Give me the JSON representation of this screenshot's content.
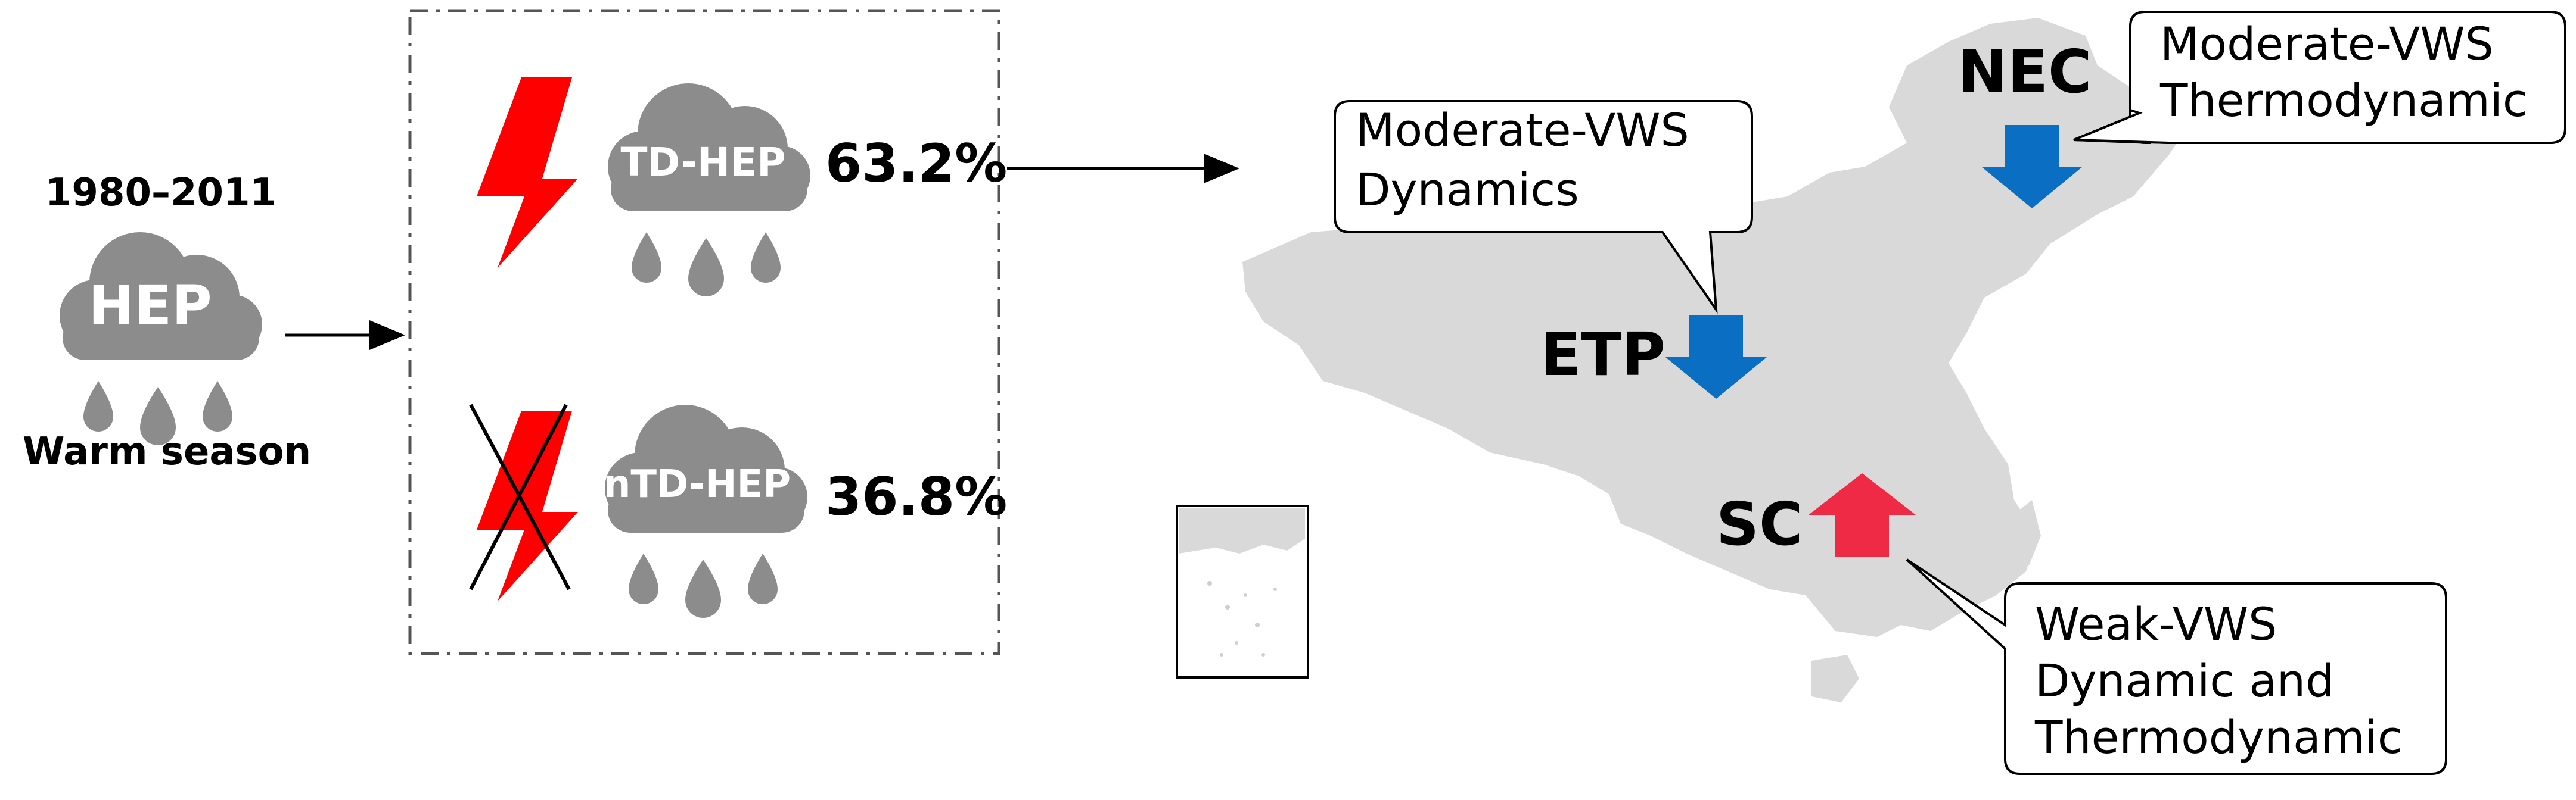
{
  "left": {
    "period": "1980–2011",
    "cloud_label": "HEP",
    "season": "Warm season"
  },
  "box": {
    "td": {
      "cloud_label": "TD-HEP",
      "percent": "63.2%"
    },
    "ntd": {
      "cloud_label": "nTD-HEP",
      "percent": "36.8%"
    }
  },
  "regions": {
    "nec": {
      "label": "NEC",
      "trend": "down",
      "callout_line1": "Moderate-VWS",
      "callout_line2": "Thermodynamic"
    },
    "etp": {
      "label": "ETP",
      "trend": "down",
      "callout_line1": "Moderate-VWS",
      "callout_line2": "Dynamics"
    },
    "sc": {
      "label": "SC",
      "trend": "up",
      "callout_line1": "Weak-VWS",
      "callout_line2": "Dynamic and",
      "callout_line3": "Thermodynamic"
    }
  },
  "colors": {
    "cloud": "#8c8c8c",
    "lightning": "#ff0000",
    "down_arrow": "#0a6fc2",
    "up_arrow": "#ee2a45",
    "map": "#d9d9d9"
  },
  "icons": {
    "lightning": "lightning-icon",
    "cloud": "rain-cloud-icon",
    "cross": "cross-icon"
  }
}
